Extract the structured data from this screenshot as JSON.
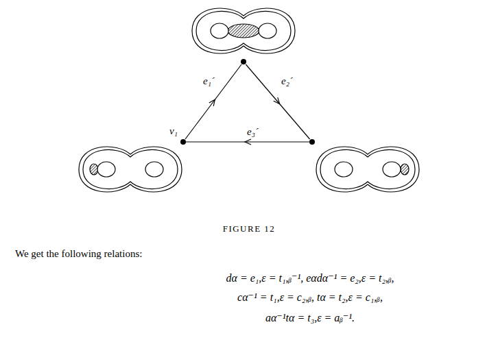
{
  "diagram": {
    "caption": "FIGURE 12",
    "nodes": [
      {
        "text": []
      },
      {
        "text": [
          "v₁"
        ]
      },
      {
        "text": []
      }
    ],
    "edges": [
      {
        "from": 1,
        "to": 0,
        "arrow": "to",
        "label": "e₁´"
      },
      {
        "from": 0,
        "to": 2,
        "arrow": "to",
        "label": "e₂´"
      },
      {
        "from": 2,
        "to": 1,
        "arrow": "to",
        "label": "e₃´"
      }
    ],
    "labels": [
      "We get the following relations:",
      "dα = e₁,ε = t₁,ᵦ⁻¹,  eαdα⁻¹ = e₂,ε = t₂,ᵦ,",
      "cα⁻¹ = t₁,ε = c₂,ᵦ,  tα = t₂,ε = c₁,ᵦ,",
      "aα⁻¹tα = t₃,ε = aᵦ⁻¹."
    ]
  }
}
